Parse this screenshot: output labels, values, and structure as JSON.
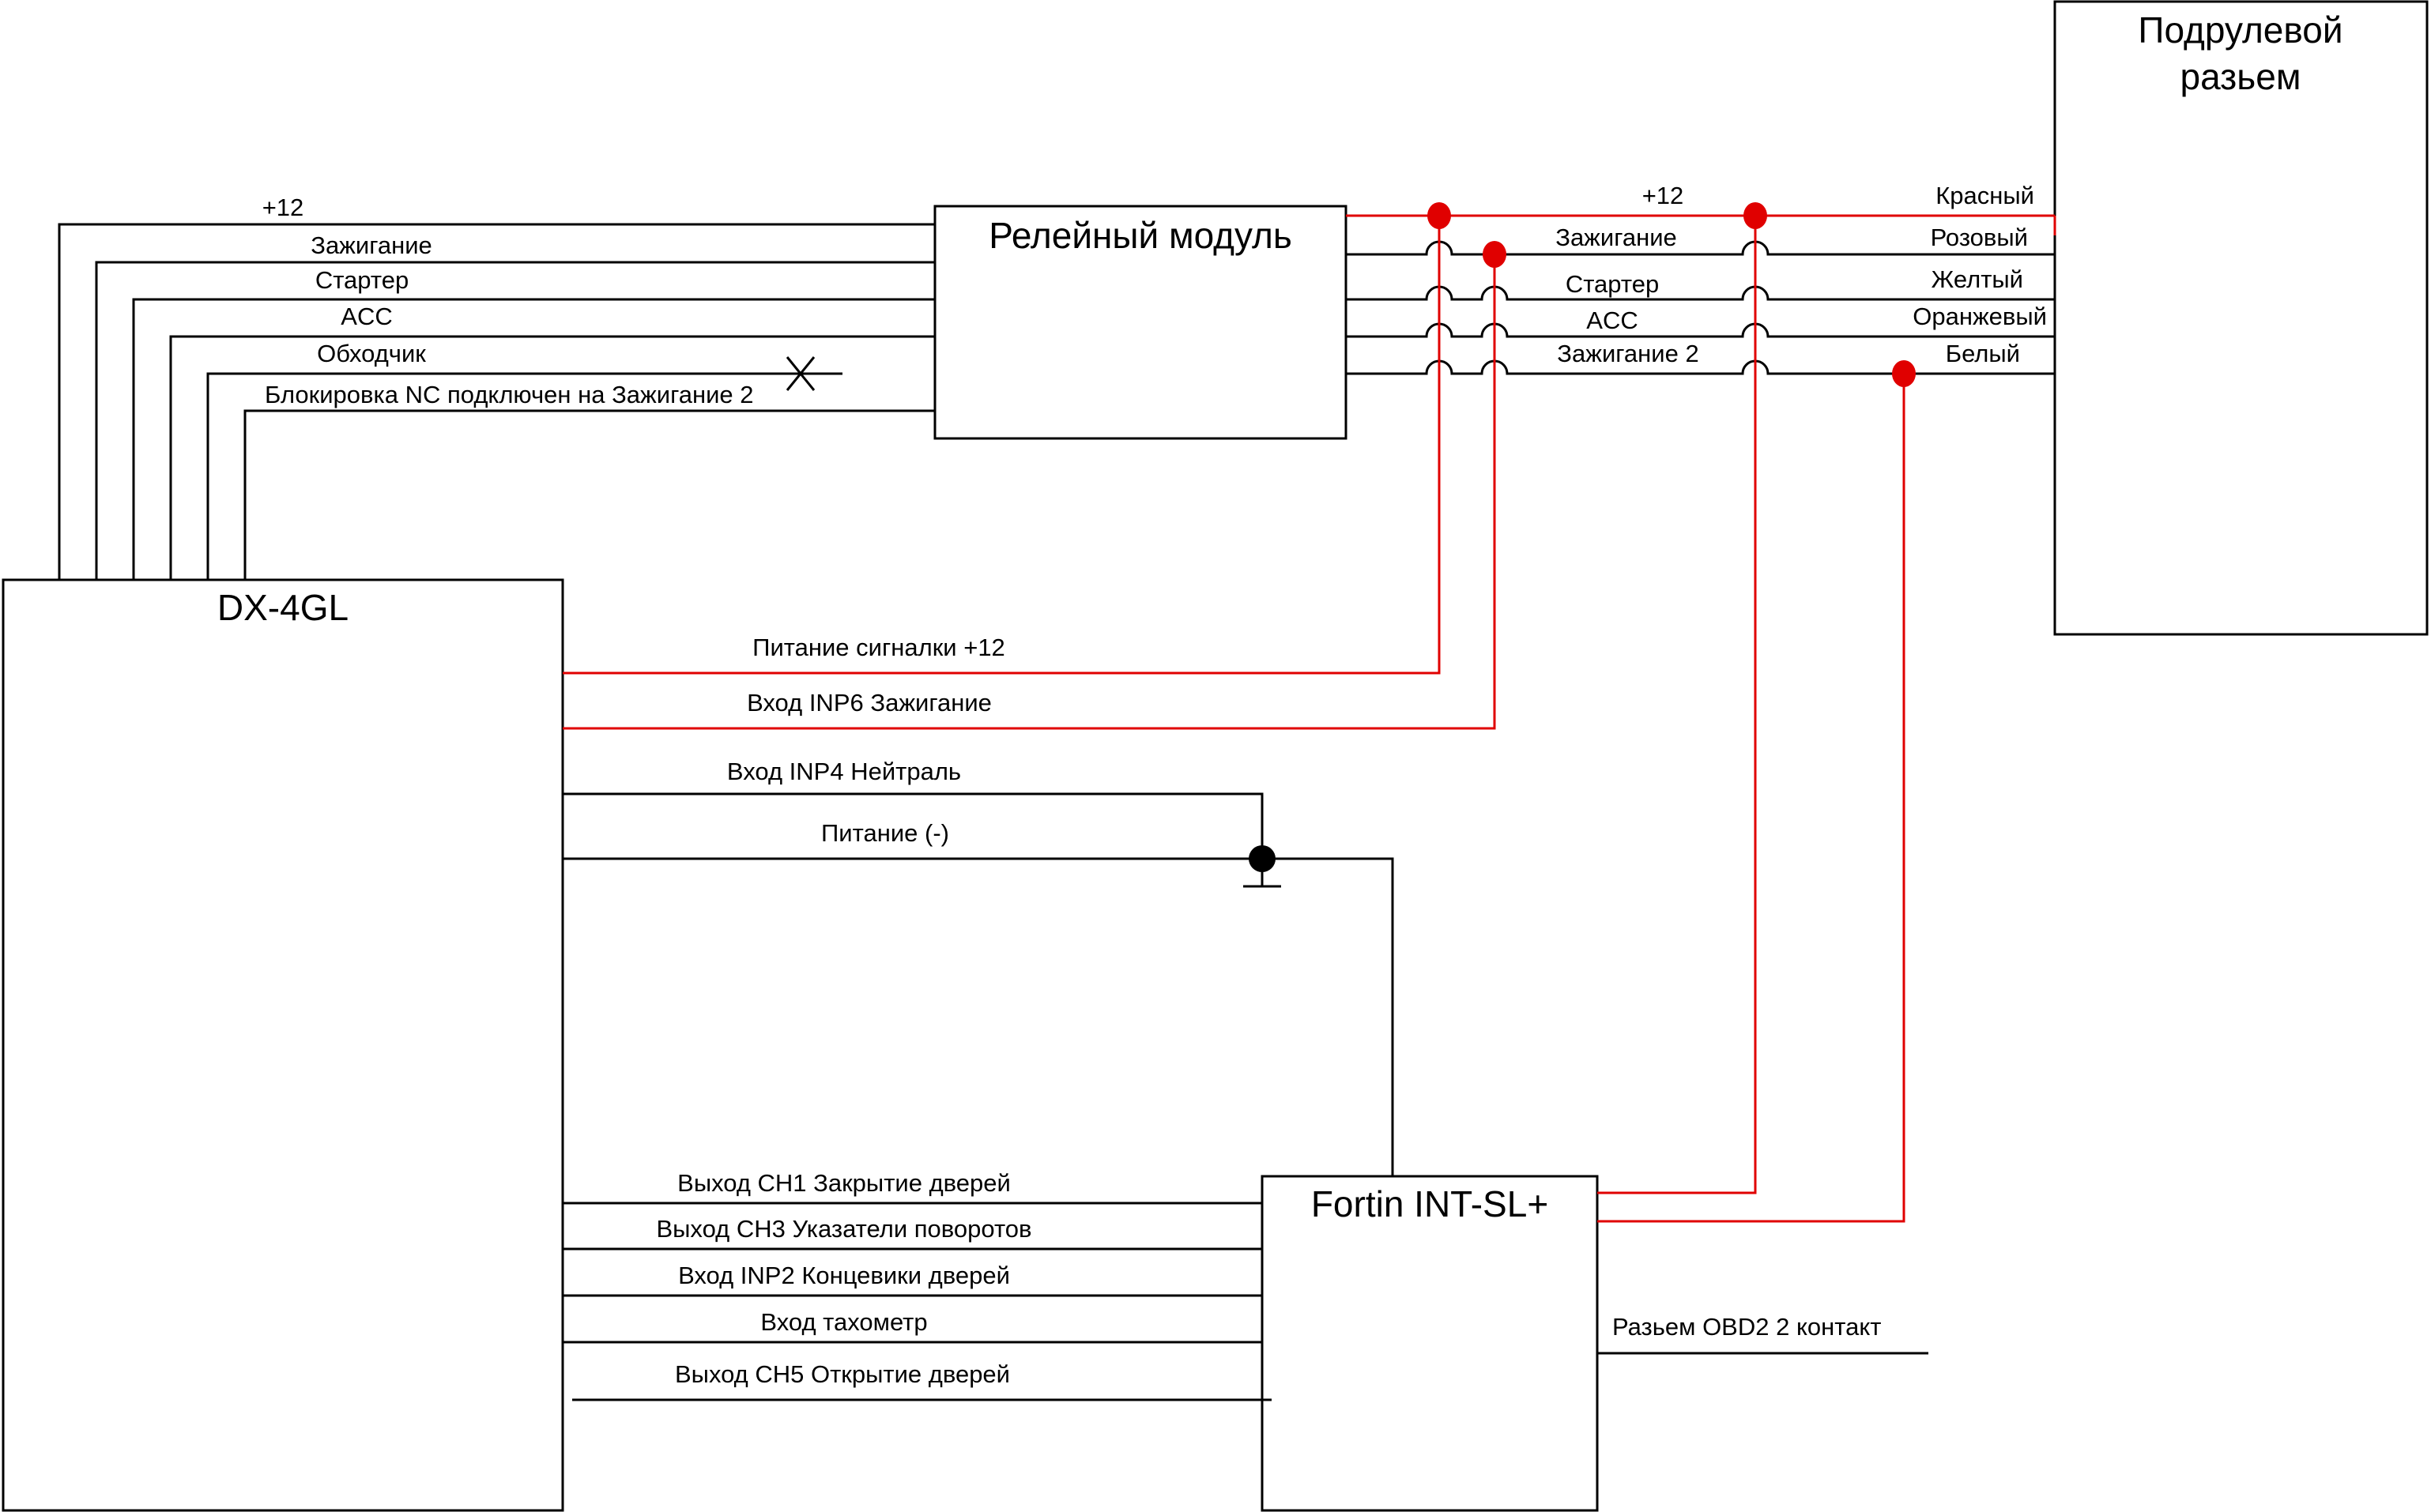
{
  "diagram": {
    "colors": {
      "wire": "#000000",
      "power_wire": "#e00000",
      "junction_red": "#e00000",
      "junction_black": "#000000"
    },
    "blocks": {
      "alarm": {
        "title": "DX-4GL"
      },
      "relay": {
        "title": "Релейный модуль"
      },
      "steering_connector": {
        "title_line1": "Подрулевой",
        "title_line2": "разьем"
      },
      "fortin": {
        "title": "Fortin INT-SL+"
      }
    },
    "alarm_to_relay": [
      {
        "label": "+12"
      },
      {
        "label": "Зажигание"
      },
      {
        "label": "Стартер"
      },
      {
        "label": "ACC"
      },
      {
        "label": "Обходчик",
        "note": "not connected (X)"
      },
      {
        "label": "Блокировка NC подключен на Зажигание 2"
      }
    ],
    "relay_to_connector": [
      {
        "label": "+12",
        "color_label": "Красный"
      },
      {
        "label": "Зажигание",
        "color_label": "Розовый"
      },
      {
        "label": "Стартер",
        "color_label": "Желтый"
      },
      {
        "label": "ACC",
        "color_label": "Оранжевый"
      },
      {
        "label": "Зажигание 2",
        "color_label": "Белый"
      }
    ],
    "alarm_outputs": [
      {
        "label": "Питание сигналки +12"
      },
      {
        "label": "Вход INP6 Зажигание"
      },
      {
        "label": "Вход INP4 Нейтраль"
      },
      {
        "label": "Питание (-)"
      }
    ],
    "alarm_to_fortin": [
      {
        "label": "Выход CH1 Закрытие дверей"
      },
      {
        "label": "Выход CH3 Указатели поворотов"
      },
      {
        "label": "Вход INP2 Концевики дверей"
      },
      {
        "label": "Вход тахометр"
      },
      {
        "label": "Выход CH5 Открытие дверей"
      }
    ],
    "fortin_outputs": [
      {
        "label": "Разьем OBD2 2 контакт"
      }
    ]
  }
}
